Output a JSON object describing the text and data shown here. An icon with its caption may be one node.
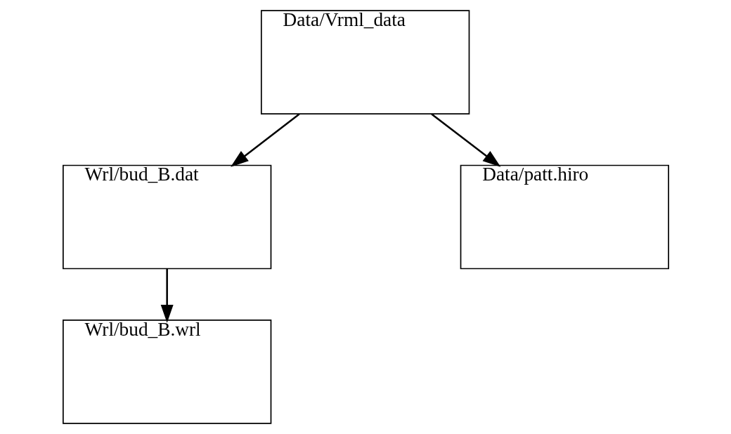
{
  "diagram": {
    "nodes": [
      {
        "text": [
          "Data/Vrml_data"
        ]
      },
      {
        "text": [
          "Wrl/bud_B.dat"
        ]
      },
      {
        "text": [
          "Data/patt.hiro"
        ]
      },
      {
        "text": [
          "Wrl/bud_B.wrl"
        ]
      }
    ],
    "edges": [
      {
        "from": 0,
        "to": 1,
        "arrow": "to"
      },
      {
        "from": 0,
        "to": 2,
        "arrow": "to"
      },
      {
        "from": 1,
        "to": 3,
        "arrow": "to"
      }
    ]
  }
}
